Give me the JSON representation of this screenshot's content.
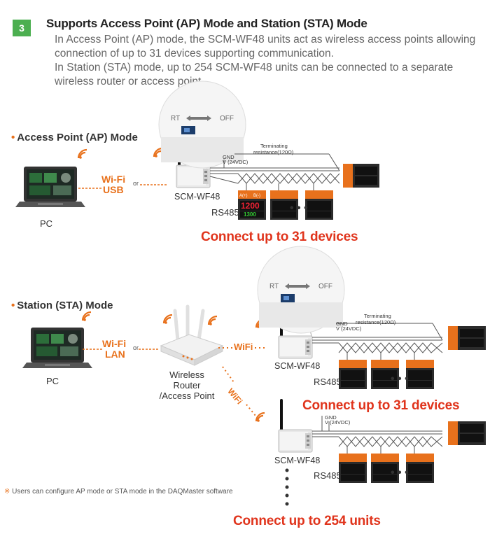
{
  "section": {
    "number": "3",
    "title": "Supports Access Point (AP) Mode and Station (STA) Mode",
    "description_1": "In Access Point (AP) mode, the SCM-WF48 units act as wireless access points allowing connection of up to 31 devices supporting communication.",
    "description_2": "In Station (STA) mode, up to 254 SCM-WF48 units can be connected to a separate wireless router or access point."
  },
  "ap_mode": {
    "title": "Access Point (AP) Mode",
    "pc_label": "PC",
    "link_primary": "Wi-Fi",
    "link_or": "or",
    "link_secondary": "USB",
    "device_label": "SCM-WF48",
    "bus_label": "RS485",
    "switch_left": "RT",
    "switch_right": "OFF",
    "gnd_label": "GND",
    "v_label": "V (24VDC)",
    "terminating_label_1": "Terminating",
    "terminating_label_2": "resistance(120Ω)",
    "connect_text": "Connect up to 31 devices"
  },
  "sta_mode": {
    "title": "Station (STA) Mode",
    "pc_label": "PC",
    "link_primary": "Wi-Fi",
    "link_or": "or",
    "link_secondary": "LAN",
    "router_label_1": "Wireless Router",
    "router_label_2": "/Access Point",
    "wifi_label_1": "WiFi",
    "wifi_label_2": "WiFi",
    "device_label_1": "SCM-WF48",
    "device_label_2": "SCM-WF48",
    "bus_label_1": "RS485",
    "bus_label_2": "RS485",
    "switch_left": "RT",
    "switch_right": "OFF",
    "gnd_label": "GND",
    "v_label": "V (24VDC)",
    "terminating_label_1": "Terminating",
    "terminating_label_2": "resistance(120Ω)",
    "connect_text_1": "Connect up to 31 devices",
    "connect_text_2": "Connect up to 254 units"
  },
  "controller": {
    "a_label": "A(+)",
    "b_label": "B(-)",
    "pv": "1200",
    "sv": "1300"
  },
  "note": {
    "mark": "※",
    "text": "Users can configure AP mode or STA mode in the DAQMaster software"
  },
  "colors": {
    "accent": "#e8711c",
    "connect": "#e0341c",
    "badge": "#4caf50"
  }
}
